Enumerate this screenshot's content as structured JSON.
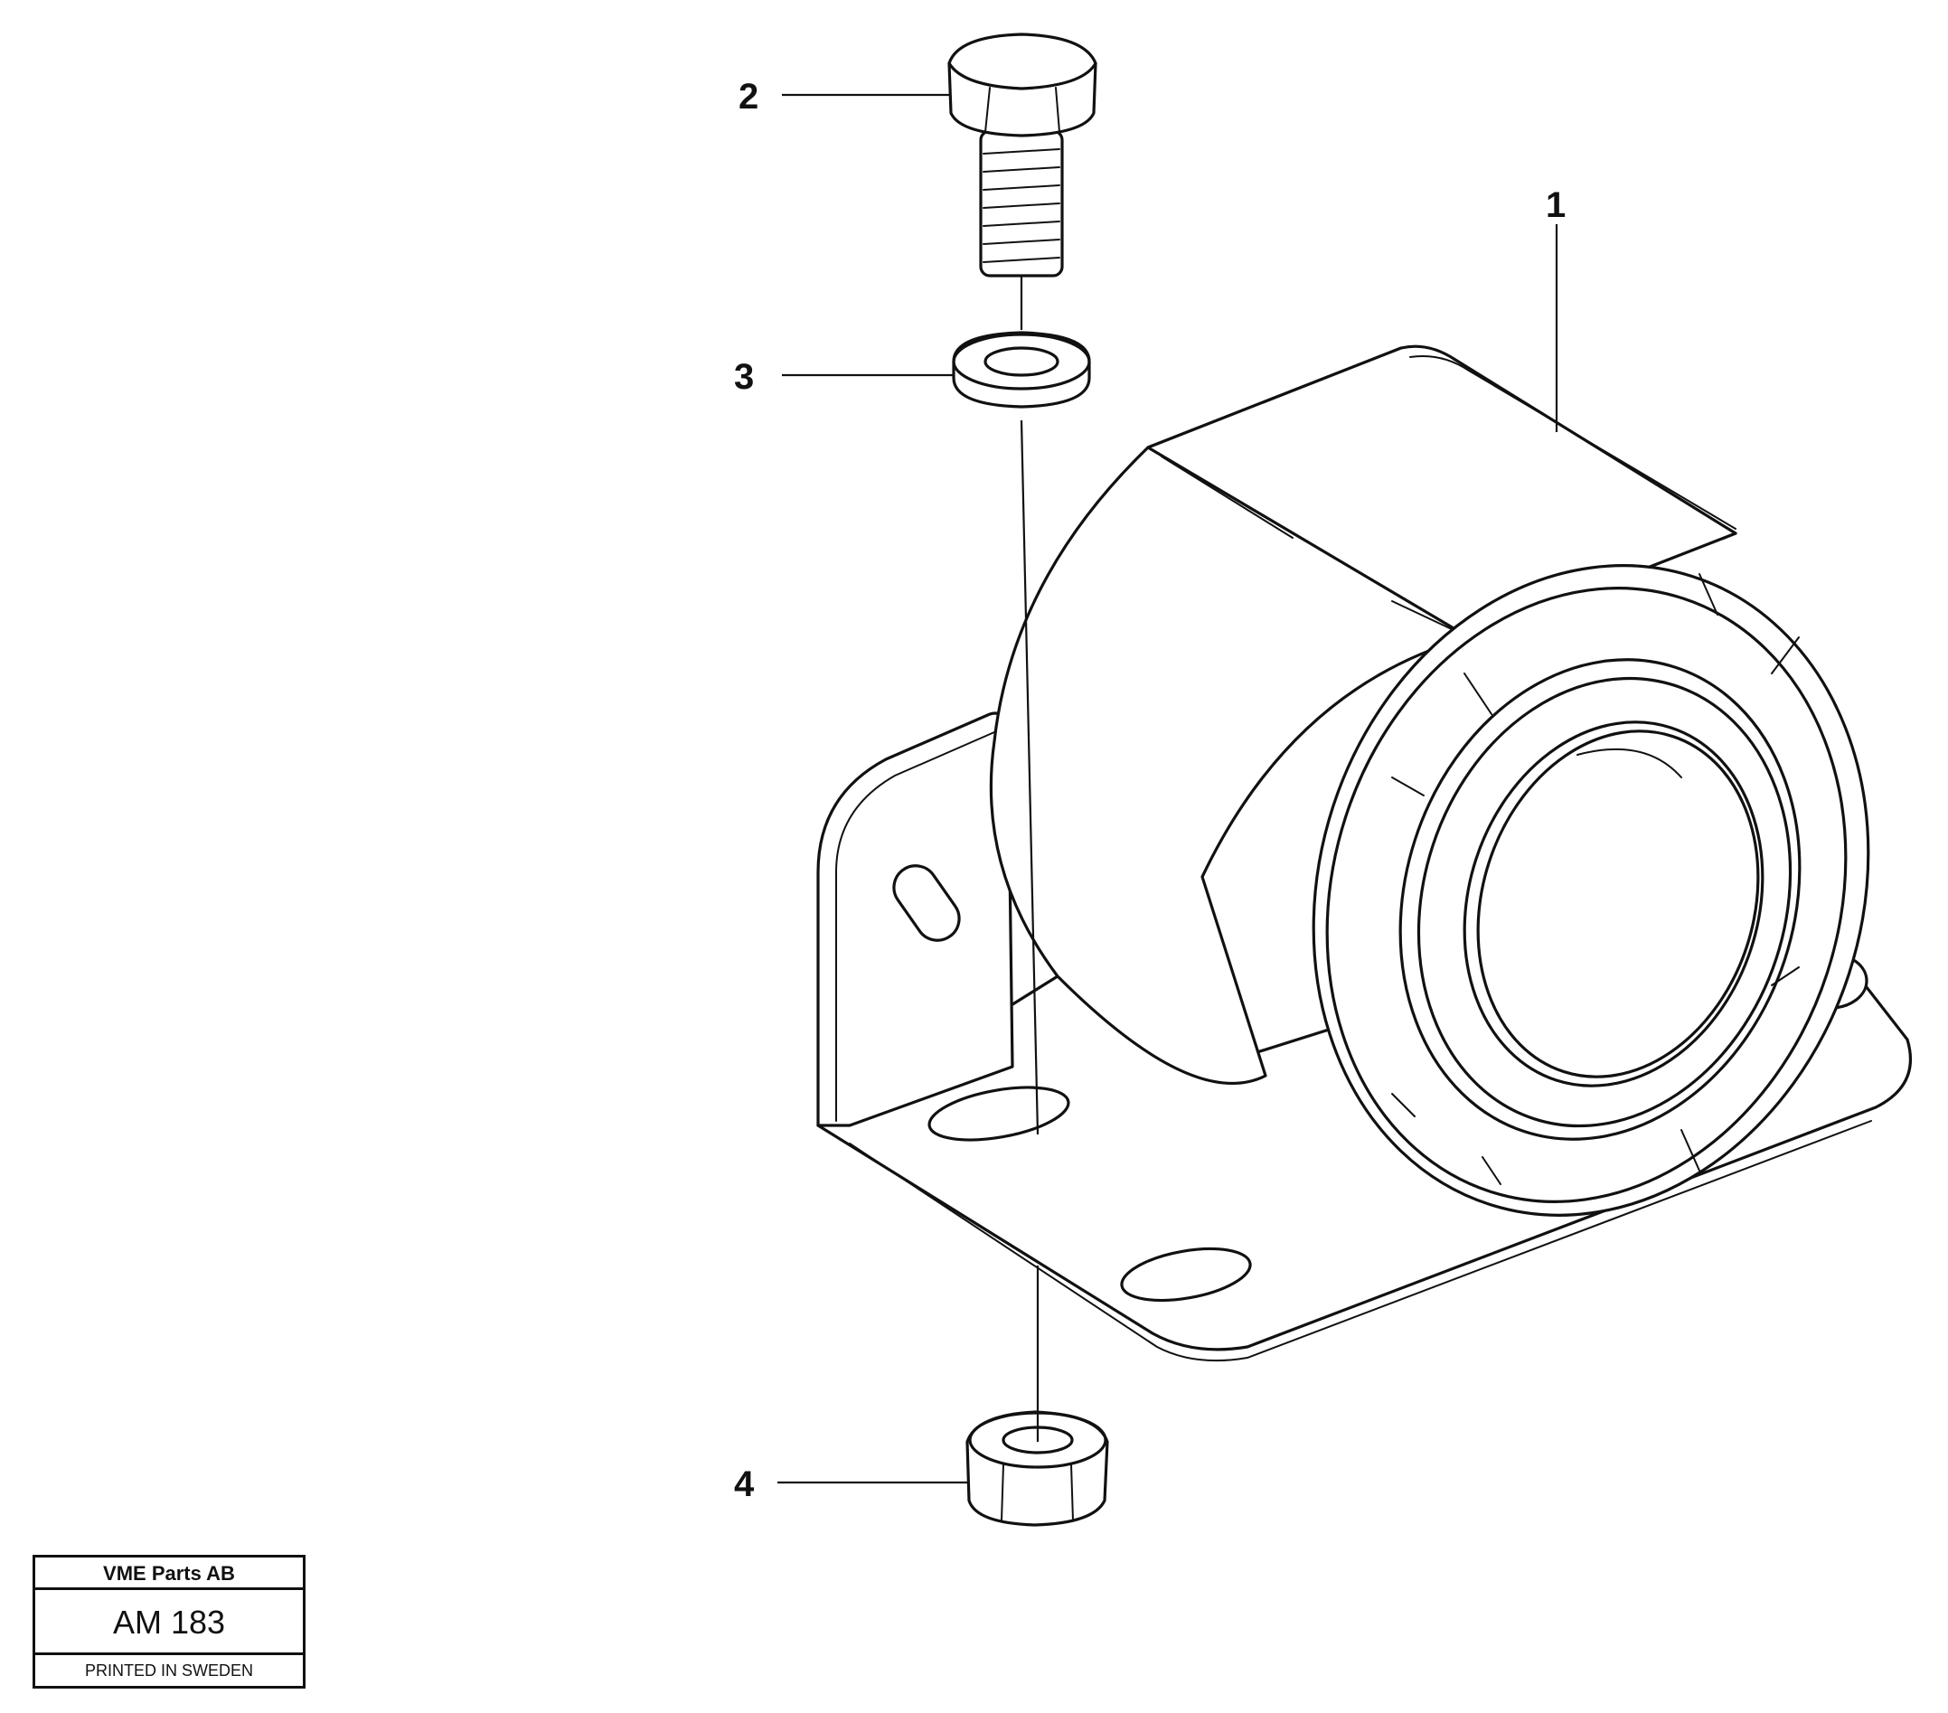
{
  "callouts": [
    {
      "label": "1",
      "part": "alarm-housing"
    },
    {
      "label": "2",
      "part": "bolt"
    },
    {
      "label": "3",
      "part": "washer"
    },
    {
      "label": "4",
      "part": "nut"
    }
  ],
  "title_block": {
    "company": "VME Parts AB",
    "code": "AM 183",
    "printed": "PRINTED IN SWEDEN"
  }
}
